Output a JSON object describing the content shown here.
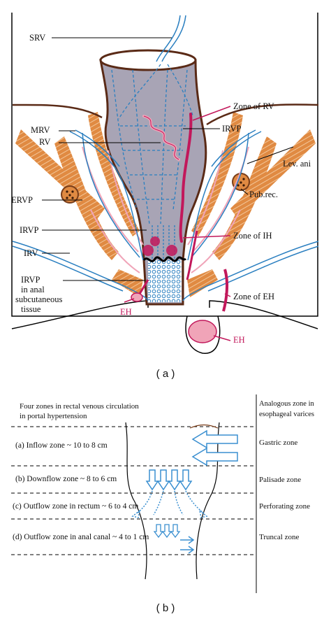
{
  "panel_a": {
    "caption": "( a )",
    "labels": {
      "srv": "SRV",
      "mrv": "MRV",
      "rv": "RV",
      "ervp": "ERVP",
      "irvp_mid": "IRVP",
      "irv": "IRV",
      "irvp_low_1": "IRVP",
      "irvp_low_2": "in anal",
      "irvp_low_3": "subcutaneous",
      "irvp_low_4": "tissue",
      "eh_left": "EH",
      "zone_rv": "Zone of RV",
      "irvp_right": "IRVP",
      "lev_ani": "Lev. ani",
      "pub_rec": "Pub.rec.",
      "zone_ih": "Zone of IH",
      "zone_eh": "Zone of EH",
      "eh_right": "EH"
    }
  },
  "panel_b": {
    "caption": "( b )",
    "title_1": "Four zones in rectal venous circulation",
    "title_2": "in portal hypertension",
    "right_title_1": "Analogous zone in",
    "right_title_2": "esophageal varices",
    "zones": [
      {
        "left": "(a) Inflow zone ~ 10 to 8 cm",
        "right": "Gastric zone"
      },
      {
        "left": "(b) Downflow zone ~ 8 to 6 cm",
        "right": "Palisade zone"
      },
      {
        "left": "(c) Outflow zone in rectum ~ 6 to 4 cm",
        "right": "Perforating zone"
      },
      {
        "left": "(d) Outflow zone in anal canal ~ 4 to 1 cm",
        "right": "Truncal zone"
      }
    ]
  },
  "colors": {
    "rectum_fill": "#a8a4b5",
    "rectum_outline": "#5a2a16",
    "vein_blue": "#2a7fc0",
    "muscle_orange": "#e08a42",
    "accent_red": "#c2185b",
    "arrow_blue": "#3a8fd0"
  }
}
